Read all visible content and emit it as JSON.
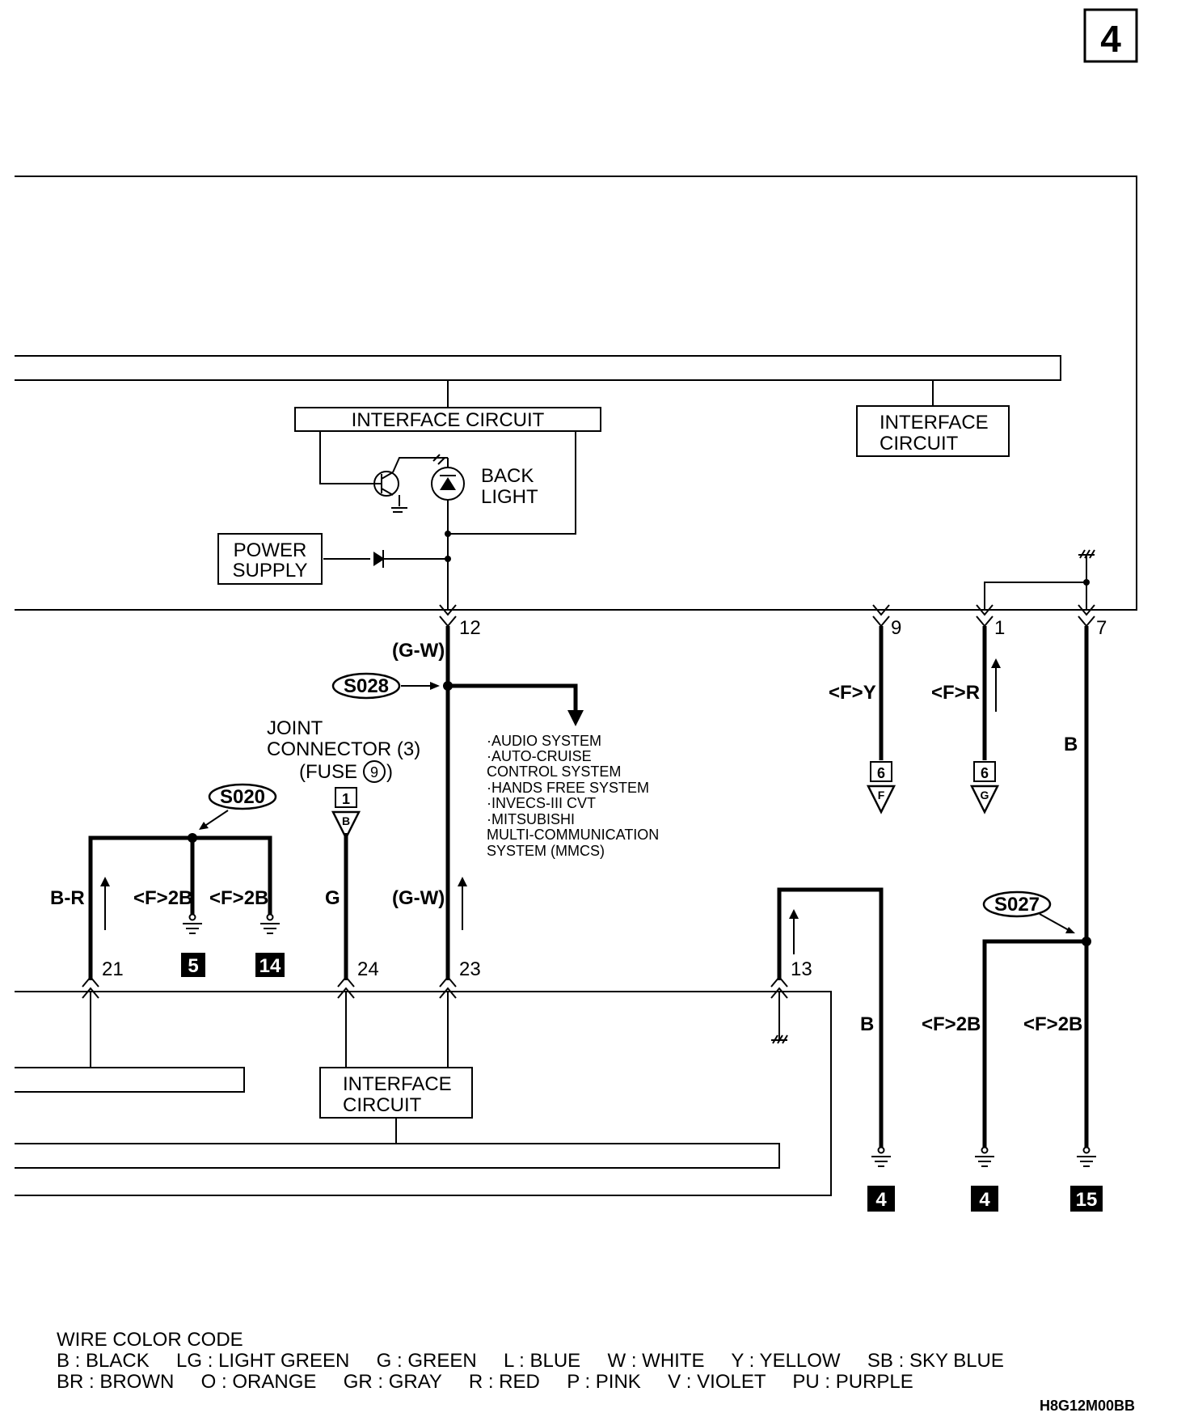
{
  "page_number": "4",
  "labels": {
    "interface_circuit": "INTERFACE CIRCUIT",
    "interface": "INTERFACE",
    "circuit": "CIRCUIT",
    "back": "BACK",
    "light": "LIGHT",
    "power": "POWER",
    "supply": "SUPPLY",
    "joint": "JOINT",
    "connector3": "CONNECTOR (3)",
    "fuse_open": "(FUSE",
    "fuse_num": "9",
    "fuse_close": ")"
  },
  "pins": {
    "p12": "12",
    "p9": "9",
    "p1": "1",
    "p7": "7",
    "p21": "21",
    "p24": "24",
    "p23": "23",
    "p13": "13"
  },
  "splices": {
    "s028": "S028",
    "s020": "S020",
    "s027": "S027"
  },
  "wires": {
    "gw": "(G-W)",
    "fy": "<F>Y",
    "fr": "<F>R",
    "b": "B",
    "br": "B-R",
    "f2b": "<F>2B",
    "g": "G"
  },
  "connectors": {
    "c6": "6",
    "cF": "F",
    "cG": "G",
    "c1": "1",
    "cB": "B"
  },
  "grounds": {
    "g5": "5",
    "g14": "14",
    "g4": "4",
    "g15": "15"
  },
  "systems": [
    "·AUDIO SYSTEM",
    "·AUTO-CRUISE",
    " CONTROL SYSTEM",
    "·HANDS FREE SYSTEM",
    "·INVECS-III CVT",
    "·MITSUBISHI",
    " MULTI-COMMUNICATION",
    " SYSTEM (MMCS)"
  ],
  "legend": {
    "title": "WIRE COLOR CODE",
    "row1": "B : BLACK     LG : LIGHT GREEN     G : GREEN     L : BLUE     W : WHITE     Y : YELLOW     SB : SKY BLUE",
    "row2": "BR : BROWN     O : ORANGE     GR : GRAY     R : RED     P : PINK     V : VIOLET     PU : PURPLE"
  },
  "diagram_code": "H8G12M00BB"
}
